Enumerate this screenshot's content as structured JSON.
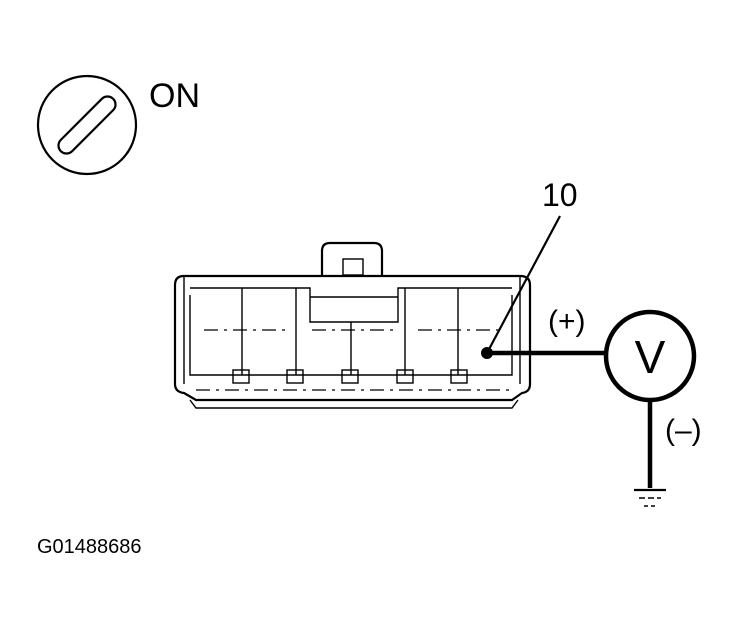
{
  "ignition_switch": {
    "icon": "ignition-key-icon",
    "state_label": "ON"
  },
  "terminal": {
    "number_label": "10"
  },
  "voltmeter": {
    "icon": "voltmeter-icon",
    "symbol": "V",
    "positive_label": "(+)",
    "negative_label": "(–)"
  },
  "ground": {
    "icon": "ground-icon"
  },
  "figure_code": "G01488686"
}
